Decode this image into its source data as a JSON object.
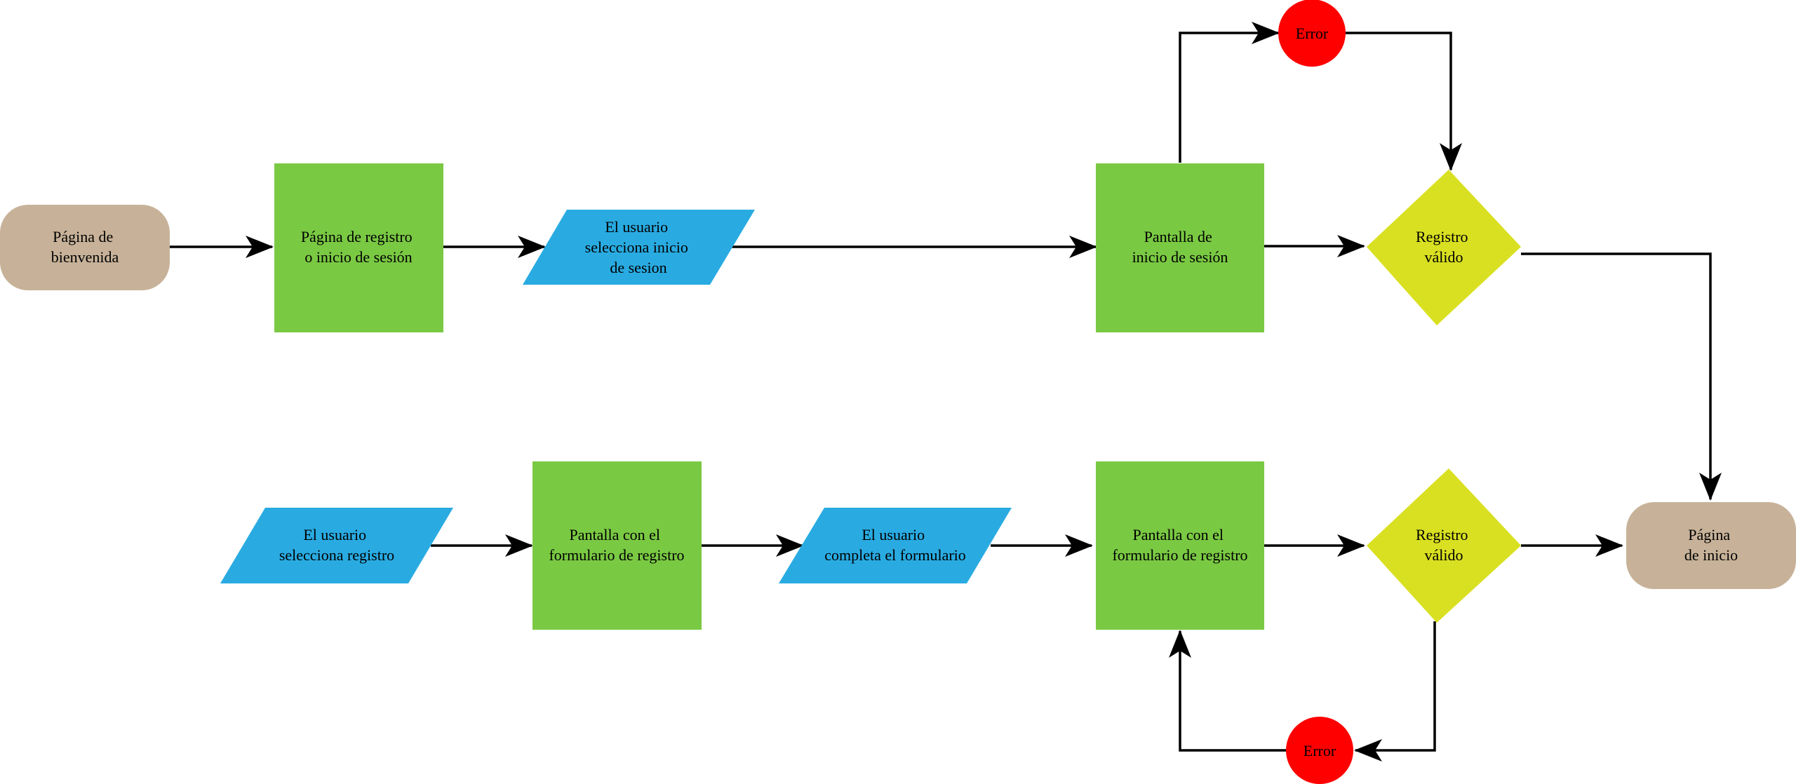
{
  "colors": {
    "terminal": "#c7b299",
    "process": "#7ac943",
    "input": "#29abe2",
    "decision": "#d9e021",
    "error": "#ff0000",
    "line": "#000000"
  },
  "nodes": {
    "bienvenida": {
      "shape": "terminal",
      "lines": [
        "Página de",
        "bienvenida"
      ]
    },
    "registro_o_inicio": {
      "shape": "process",
      "lines": [
        "Página de registro",
        "o inicio de sesión"
      ]
    },
    "selecciona_inicio": {
      "shape": "input",
      "lines": [
        "El usuario",
        "selecciona inicio",
        "de sesion"
      ]
    },
    "pantalla_inicio": {
      "shape": "process",
      "lines": [
        "Pantalla de",
        "inicio de sesión"
      ]
    },
    "error_top": {
      "shape": "error",
      "lines": [
        "Error"
      ]
    },
    "valido_top": {
      "shape": "decision",
      "lines": [
        "Registro",
        "válido"
      ]
    },
    "selecciona_registro": {
      "shape": "input",
      "lines": [
        "El usuario",
        "selecciona registro"
      ]
    },
    "form_registro_1": {
      "shape": "process",
      "lines": [
        "Pantalla con el",
        "formulario de registro"
      ]
    },
    "completa_form": {
      "shape": "input",
      "lines": [
        "El usuario",
        "completa el formulario"
      ]
    },
    "form_registro_2": {
      "shape": "process",
      "lines": [
        "Pantalla con el",
        "formulario de registro"
      ]
    },
    "valido_bottom": {
      "shape": "decision",
      "lines": [
        "Registro",
        "válido"
      ]
    },
    "error_bottom": {
      "shape": "error",
      "lines": [
        "Error"
      ]
    },
    "inicio": {
      "shape": "terminal",
      "lines": [
        "Página",
        "de inicio"
      ]
    }
  },
  "edges": [
    {
      "from": "bienvenida",
      "to": "registro_o_inicio"
    },
    {
      "from": "registro_o_inicio",
      "to": "selecciona_inicio"
    },
    {
      "from": "selecciona_inicio",
      "to": "pantalla_inicio"
    },
    {
      "from": "pantalla_inicio",
      "to": "error_top"
    },
    {
      "from": "error_top",
      "to": "valido_top"
    },
    {
      "from": "pantalla_inicio",
      "to": "valido_top"
    },
    {
      "from": "valido_top",
      "to": "inicio"
    },
    {
      "from": "selecciona_registro",
      "to": "form_registro_1"
    },
    {
      "from": "form_registro_1",
      "to": "completa_form"
    },
    {
      "from": "completa_form",
      "to": "form_registro_2"
    },
    {
      "from": "form_registro_2",
      "to": "valido_bottom"
    },
    {
      "from": "valido_bottom",
      "to": "inicio"
    },
    {
      "from": "valido_bottom",
      "to": "error_bottom"
    },
    {
      "from": "error_bottom",
      "to": "form_registro_2"
    }
  ]
}
